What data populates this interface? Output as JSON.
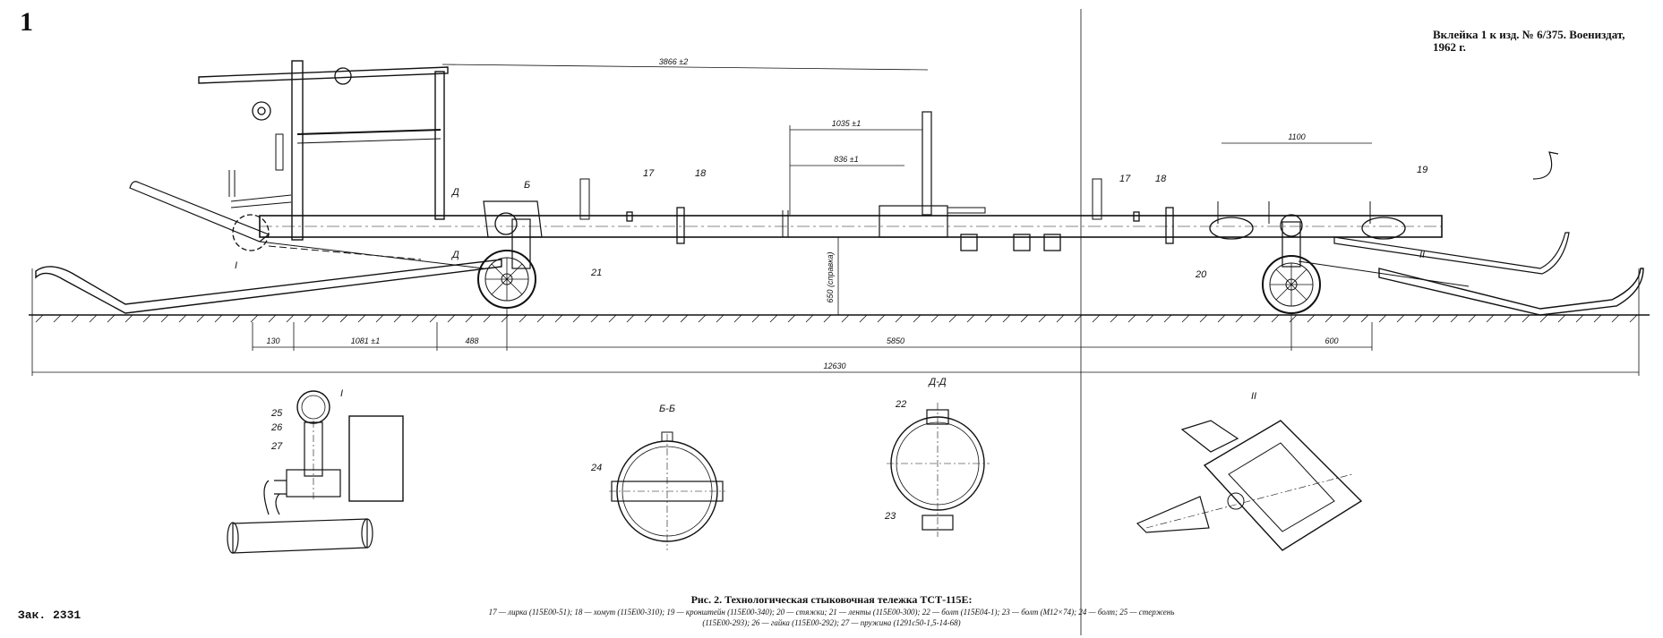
{
  "page_number": "1",
  "insert_note": [
    "Вклейка 1 к изд. № 6/375. Воениздат,",
    "1962 г."
  ],
  "order_number": "Зак. 2331",
  "caption": {
    "title": "Рис. 2. Технологическая стыковочная тележка ТСТ-115Е:",
    "line1": "17 — лирка (115Е00-51); 18 — хомут (115Е00-310); 19 — кронштейн (115Е00-340); 20 — стяжки; 21 — ленты (115Е00-300); 22 — болт (115Е04-1); 23 — болт (М12×74); 24 — болт; 25 — стержень",
    "line2": "(115Е00-293); 26 — гайка (115Е00-292); 27 — пружина (1291с50-1,5-14-68)"
  },
  "dimensions": {
    "d_3866": "3866 ±2",
    "d_1035": "1035 ±1",
    "d_836": "836 ±1",
    "d_1100": "1100",
    "d_650": "650 (справка)",
    "d_130": "130",
    "d_1081": "1081 ±1",
    "d_488": "488",
    "d_5850": "5850",
    "d_600": "600",
    "d_12630": "12630"
  },
  "callouts": {
    "c17a": "17",
    "c18a": "18",
    "c17b": "17",
    "c18b": "18",
    "c19": "19",
    "c20": "20",
    "c21": "21",
    "cI": "I",
    "cII": "II",
    "cB": "Б",
    "cA1": "Д",
    "cA2": "Д",
    "c22": "22",
    "c23": "23",
    "c24": "24",
    "c25": "25",
    "c26": "26",
    "c27": "27"
  },
  "view_titles": {
    "detail_I": "I",
    "section_BB": "Б-Б",
    "section_AA": "Д-Д",
    "detail_II": "II"
  }
}
